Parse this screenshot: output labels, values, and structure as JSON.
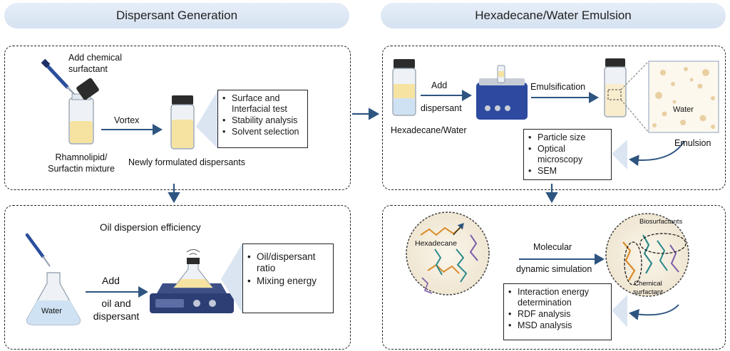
{
  "headers": {
    "left": "Dispersant Generation",
    "right": "Hexadecane/Water Emulsion"
  },
  "dispersant_generation": {
    "add_surfactant_label": "Add chemical\nsurfactant",
    "vortex_label": "Vortex",
    "mixture_label": "Rhamnolipid/\nSurfactin mixture",
    "newly_formulated_label": "Newly formulated dispersants",
    "tests": [
      "Surface and\nInterfacial test",
      "Stability analysis",
      "Solvent selection"
    ]
  },
  "oil_dispersion": {
    "title": "Oil dispersion efficiency",
    "water_label": "Water",
    "add_label": "Add",
    "oil_dispersant_label": "oil and\ndispersant",
    "parameters": [
      "Oil/dispersant\nratio",
      "Mixing energy"
    ]
  },
  "emulsion": {
    "add_label": "Add",
    "dispersant_label": "dispersant",
    "hexadecane_water_label": "Hexadecane/Water",
    "emulsification_label": "Emulsification",
    "water_label": "Water",
    "emulsion_label": "Emulsion",
    "analyses": [
      "Particle size",
      "Optical\nmicroscopy",
      "SEM"
    ]
  },
  "molecular": {
    "hexadecane_label": "Hexadecane",
    "molecular_label": "Molecular",
    "simulation_label": "dynamic simulation",
    "biosurfactants_label": "Biosurfactants",
    "chemical_surfactant_label": "Chemical\nsurfactant",
    "analyses": [
      "Interaction energy\ndetermination",
      "RDF analysis",
      "MSD analysis"
    ]
  },
  "colors": {
    "arrow": "#2e5580",
    "header_bg": "#dbe5f2",
    "yellow_liquid": "#f6e3a2",
    "blue_liquid": "#cfe2f3",
    "droplet": "#e9cfa2"
  }
}
